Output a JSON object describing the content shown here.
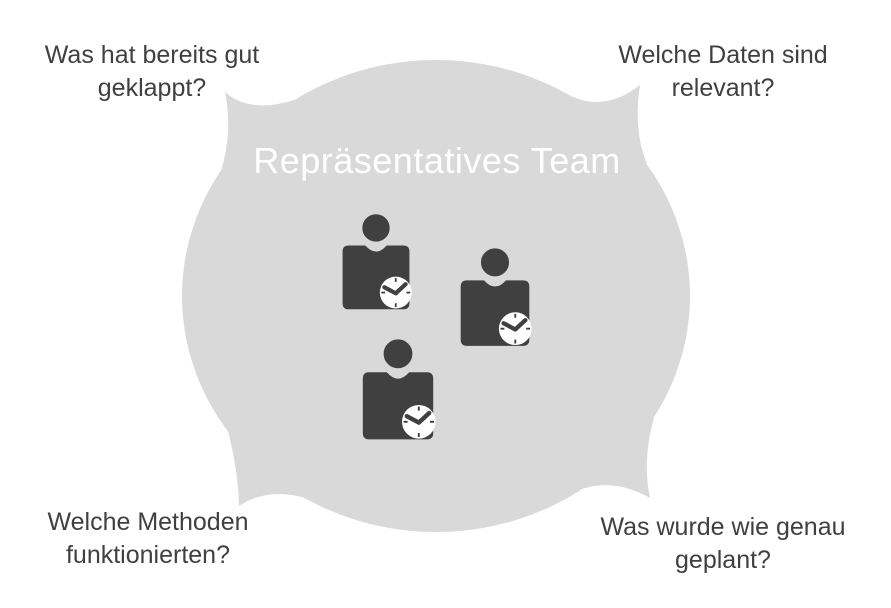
{
  "slide": {
    "background_color": "#ffffff",
    "bubble": {
      "title": "Repräsentatives Team",
      "fill_color": "#d9d9d9",
      "title_color": "#ffffff"
    },
    "questions": {
      "top_left": {
        "line1": "Was hat bereits gut",
        "line2": "geklappt?"
      },
      "top_right": {
        "line1": "Welche Daten sind",
        "line2": "relevant?"
      },
      "bottom_left": {
        "line1": "Welche Methoden",
        "line2": "funktionierten?"
      },
      "bottom_right": {
        "line1": "Was wurde wie genau",
        "line2": "geplant?"
      }
    },
    "icons": {
      "person_count": 3,
      "person_icon": "person-with-clock-icon",
      "person_color": "#404040",
      "clock_face_color": "#ffffff"
    },
    "text_color": "#404040"
  }
}
